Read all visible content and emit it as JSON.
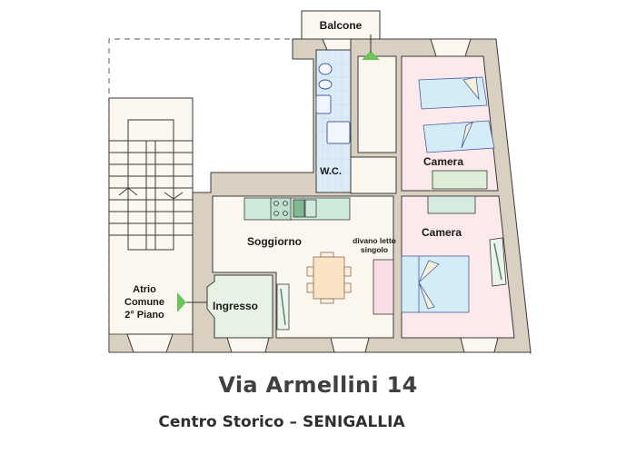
{
  "plan": {
    "rooms": {
      "balcone": "Balcone",
      "wc": "W.C.",
      "camera_top": "Camera",
      "camera_bottom": "Camera",
      "soggiorno": "Soggiorno",
      "divano_line1": "divano letto",
      "divano_line2": "singolo",
      "ingresso": "Ingresso",
      "atrio_line1": "Atrio",
      "atrio_line2": "Comune",
      "atrio_line3": "2° Piano"
    },
    "icons": {
      "entrance_arrow": "green-arrow-right",
      "balcony_arrow": "green-arrow-up",
      "stairs": "staircase"
    },
    "colors": {
      "wall": "#d9d0c1",
      "wall_outline": "#3a3a3a",
      "floor_neutral": "#fbf7ee",
      "floor_bedroom": "#fbe9ec",
      "floor_ingresso": "#e6f2e4",
      "floor_bath": "#dcecf7",
      "arrow_green": "#6cc35a",
      "bed_blue": "#d4ecf6",
      "kitchen_green": "#cfeadb"
    }
  },
  "footer": {
    "address": "Via Armellini 14",
    "subtitle": "Centro Storico – SENIGALLIA"
  }
}
